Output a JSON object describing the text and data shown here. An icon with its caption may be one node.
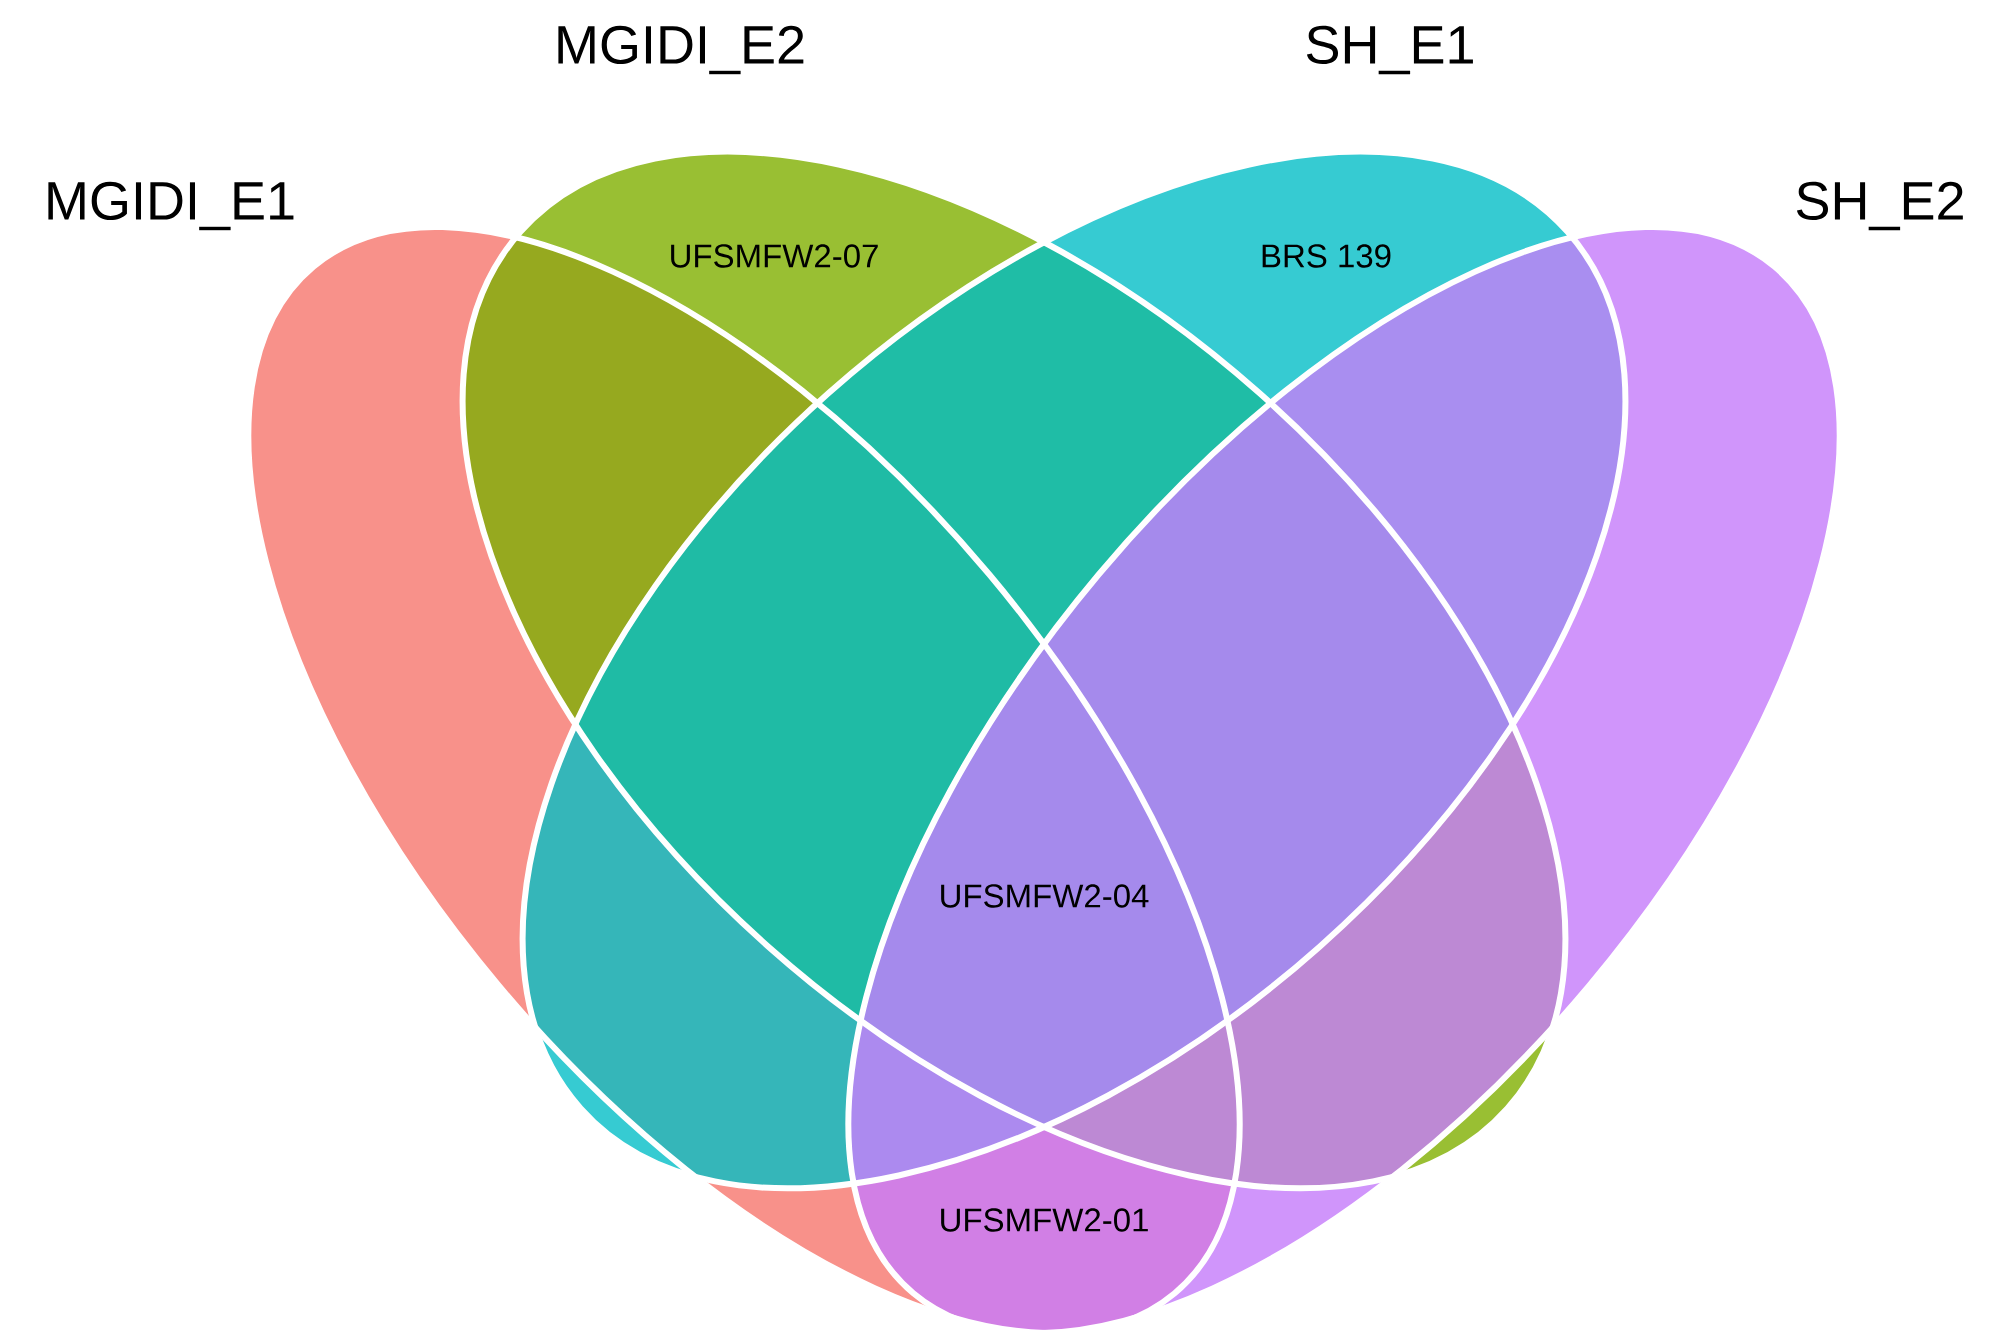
{
  "diagram": {
    "nodes": [
      {
        "text": [
          "MGIDI_E1"
        ]
      },
      {
        "text": [
          "MGIDI_E2"
        ]
      },
      {
        "text": [
          "SH_E1"
        ]
      },
      {
        "text": [
          "SH_E2"
        ]
      }
    ],
    "labels": [
      "UFSMFW2-07",
      "BRS 139",
      "UFSMFW2-04",
      "UFSMFW2-01"
    ]
  }
}
